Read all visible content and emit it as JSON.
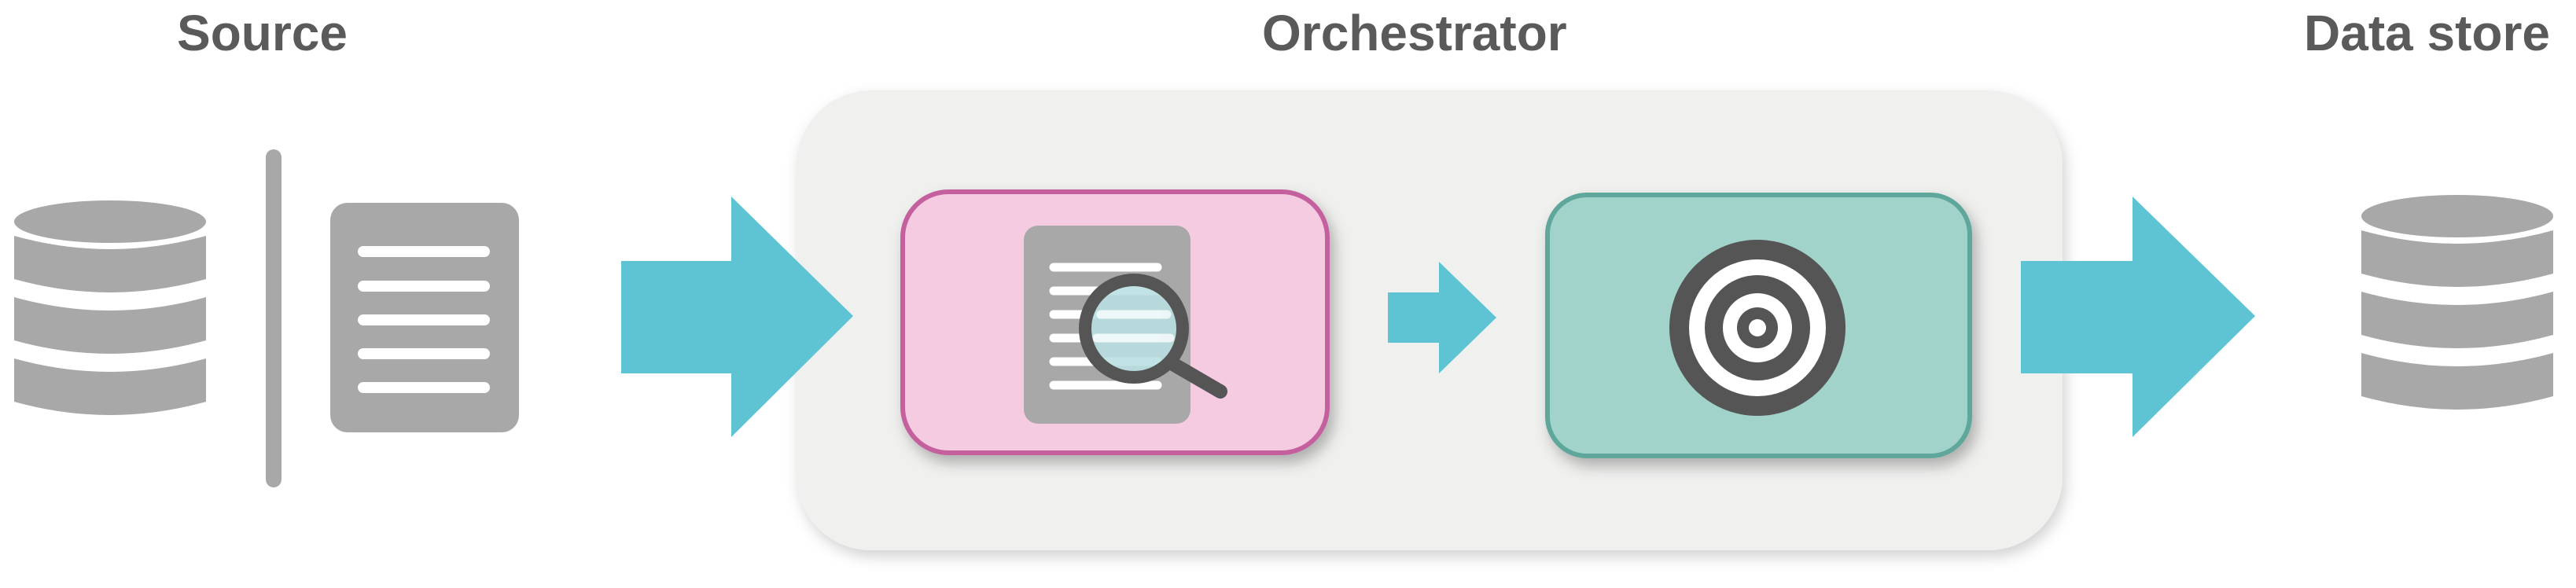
{
  "labels": {
    "source": "Source",
    "orchestrator": "Orchestrator",
    "data_store": "Data store"
  },
  "colors": {
    "text": "#5a5a5a",
    "icon_gray": "#a8a8a8",
    "icon_dark": "#555555",
    "arrow": "#5ec4d3",
    "orchestrator_bg": "#f0f0ef",
    "stage_pink_fill": "#f5cbe1",
    "stage_pink_border": "#c5609f",
    "stage_teal_fill": "#a2d3cb",
    "stage_teal_border": "#5ea79a",
    "lens_fill": "#b9dfe2"
  },
  "icons": {
    "source_database": "database-icon",
    "source_document": "document-icon",
    "analyze": "document-search-icon",
    "target": "target-icon",
    "destination_database": "database-icon",
    "flow_arrows": "arrow-right-icon"
  }
}
